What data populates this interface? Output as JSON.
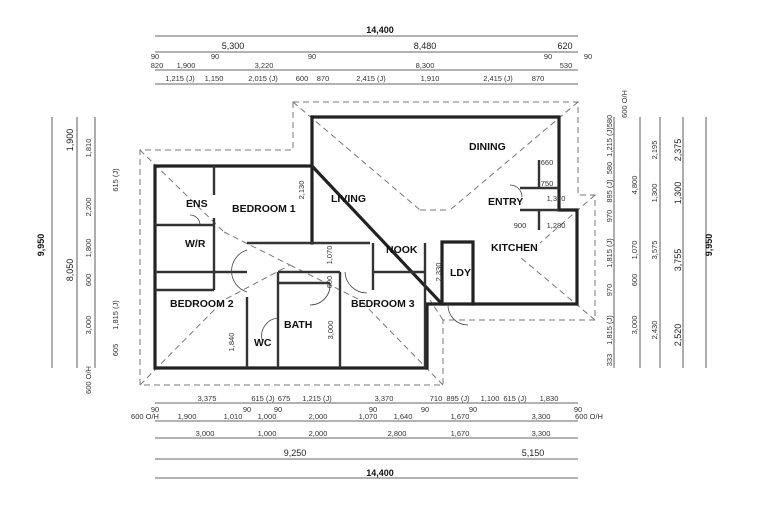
{
  "rooms": {
    "bedroom1": "BEDROOM 1",
    "ens": "ENS",
    "wr": "W/R",
    "bedroom2": "BEDROOM 2",
    "wc": "WC",
    "bath": "BATH",
    "bedroom3": "BEDROOM 3",
    "living": "LIVING",
    "nook": "NOOK",
    "dining": "DINING",
    "entry": "ENTRY",
    "kitchen": "KITCHEN",
    "ldy": "LDY"
  },
  "dimensions": {
    "top": {
      "overall": "14,400",
      "row1": [
        "5,300",
        "8,480",
        "620"
      ],
      "row2": [
        "1,900",
        "3,220",
        "8,300",
        "530",
        "820"
      ],
      "row3": [
        "1,215 (J)",
        "1,150",
        "2,015 (J)",
        "600",
        "870",
        "2,415 (J)",
        "1,910",
        "2,415 (J)",
        "870"
      ]
    },
    "bottom": {
      "row1": [
        "3,375",
        "615 (J)",
        "675",
        "1,215 (J)",
        "3,370",
        "710",
        "895 (J)",
        "1,100",
        "615 (J)",
        "1,830"
      ],
      "row2": [
        "600 O/H",
        "1,900",
        "1,010",
        "1,000",
        "2,000",
        "1,070",
        "1,640",
        "1,670",
        "3,300",
        "600 O/H"
      ],
      "row3": [
        "3,000",
        "1,000",
        "2,000",
        "2,800",
        "1,670",
        "3,300"
      ],
      "row4": [
        "9,250",
        "5,150"
      ],
      "overall": "14,400"
    },
    "left": {
      "overall": "9,950",
      "row1": [
        "1,900",
        "8,050"
      ],
      "row2": [
        "1,810",
        "2,200",
        "1,800",
        "600",
        "3,000",
        "600 O/H"
      ],
      "row3": [
        "615 (J)",
        "1,815 (J)",
        "605"
      ]
    },
    "right": {
      "row1": [
        "600 O/H",
        "580",
        "1,215 (J)",
        "580",
        "895 (J)",
        "970",
        "1,815 (J)",
        "970",
        "1,815 (J)",
        "333"
      ],
      "row2": [
        "4,800",
        "1,070",
        "600",
        "3,000"
      ],
      "row3": [
        "2,195",
        "1,300",
        "3,575",
        "2,430"
      ],
      "row4": [
        "2,375",
        "1,300",
        "3,755",
        "2,520"
      ],
      "overall": "9,950"
    },
    "interior": [
      "2,130",
      "660",
      "750",
      "1,370",
      "900",
      "1,280",
      "1,070",
      "600",
      "2,330",
      "1,840",
      "3,000"
    ],
    "wall_thickness": "90"
  }
}
